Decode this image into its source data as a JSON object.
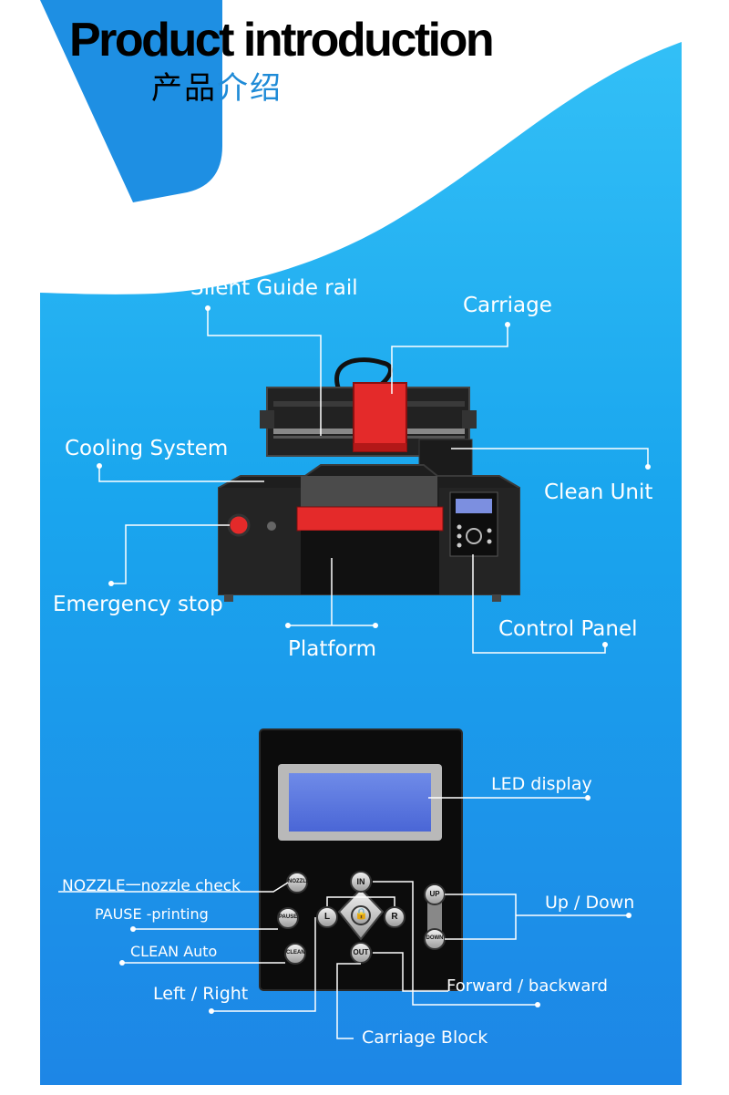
{
  "header": {
    "title": "Product introduction",
    "subtitle_part1": "产品",
    "subtitle_part2": "介绍"
  },
  "printer_callouts": {
    "silent_guide_rail": "Silent Guide rail",
    "carriage": "Carriage",
    "cooling_system": "Cooling System",
    "clean_unit": "Clean Unit",
    "emergency_stop": "Emergency stop",
    "control_panel": "Control Panel",
    "platform": "Platform"
  },
  "panel_callouts": {
    "led_display": "LED display",
    "nozzle": "NOZZLE一nozzle check",
    "pause": "PAUSE -printing",
    "clean": "CLEAN Auto",
    "up_down": "Up / Down",
    "forward_backward": "Forward / backward",
    "left_right": "Left / Right",
    "carriage_block": "Carriage Block"
  },
  "panel_buttons": {
    "nozzle": "NOZZLE",
    "pause": "PAUSE",
    "clean": "CLEAN",
    "in": "IN",
    "out": "OUT",
    "left": "L",
    "right": "R",
    "up": "UP",
    "down": "DOWN"
  },
  "colors": {
    "accent_blue": "#1c8fe2",
    "light_blue": "#2bb4f5",
    "carriage_red": "#e52a2a",
    "machine_black": "#1a1a1a"
  }
}
